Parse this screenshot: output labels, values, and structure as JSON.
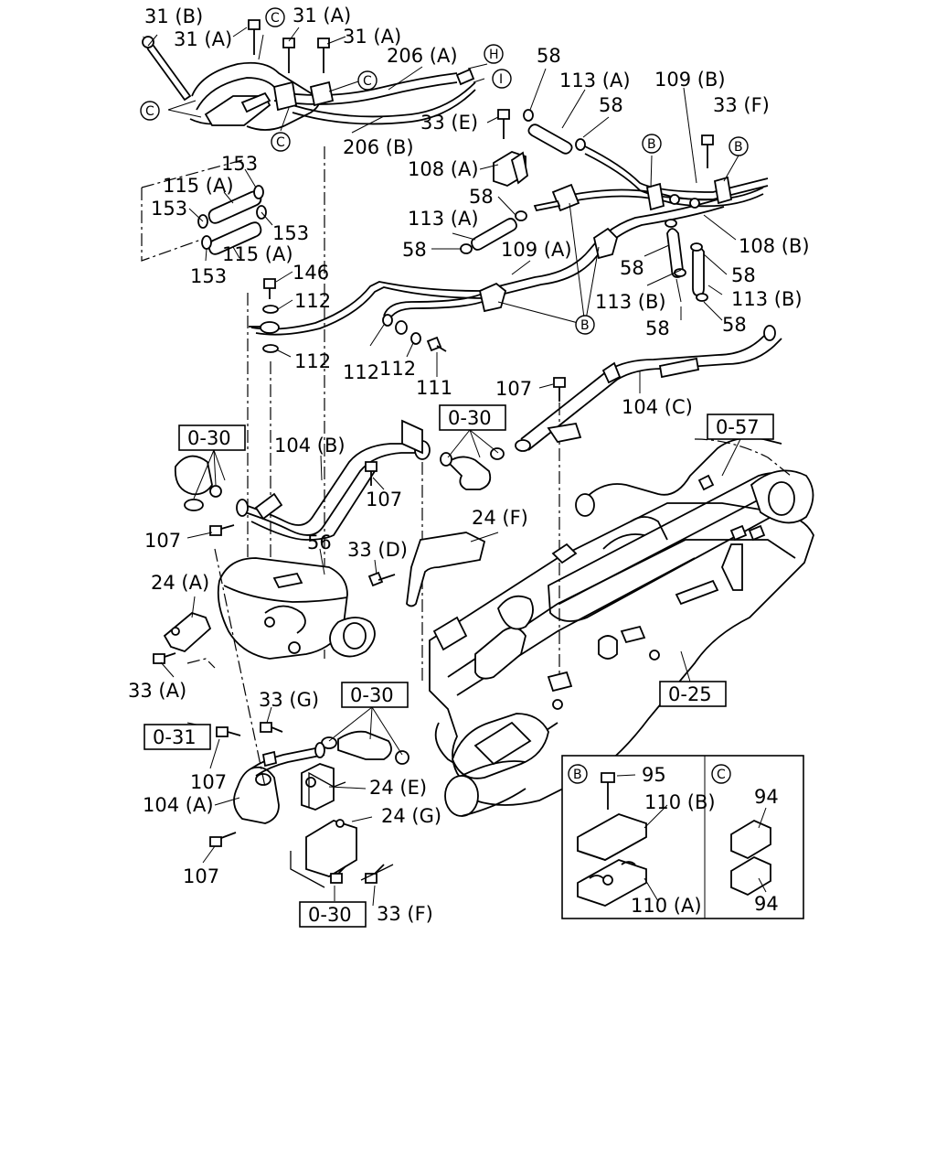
{
  "labels": {
    "l_31b": "31 (B)",
    "l_31a_1": "31 (A)",
    "l_31a_2": "31 (A)",
    "l_31a_3": "31 (A)",
    "l_206a": "206 (A)",
    "l_206b": "206 (B)",
    "l_58_1": "58",
    "l_113a_1": "113 (A)",
    "l_58_2": "58",
    "l_109b": "109 (B)",
    "l_33f_1": "33 (F)",
    "l_33e": "33 (E)",
    "l_108a": "108 (A)",
    "l_153_1": "153",
    "l_115a_1": "115 (A)",
    "l_153_2": "153",
    "l_153_3": "153",
    "l_115a_2": "115 (A)",
    "l_153_4": "153",
    "l_58_3": "58",
    "l_113a_2": "113 (A)",
    "l_58_4": "58",
    "l_109a": "109 (A)",
    "l_108b": "108 (B)",
    "l_58_5": "58",
    "l_58_6": "58",
    "l_113b_1": "113 (B)",
    "l_113b_2": "113 (B)",
    "l_58_7": "58",
    "l_58_8": "58",
    "l_146": "146",
    "l_112_1": "112",
    "l_112_2": "112",
    "l_112_3": "112",
    "l_112_4": "112",
    "l_111": "111",
    "l_107_1": "107",
    "l_104c": "104 (C)",
    "l_104b": "104 (B)",
    "l_107_2": "107",
    "l_107_3": "107",
    "l_24f": "24 (F)",
    "l_56": "56",
    "l_33d": "33 (D)",
    "l_24a": "24 (A)",
    "l_33a": "33 (A)",
    "l_33g": "33 (G)",
    "l_107_4": "107",
    "l_104a": "104 (A)",
    "l_24e": "24 (E)",
    "l_24g": "24 (G)",
    "l_107_5": "107",
    "l_33f_2": "33 (F)",
    "l_95": "95",
    "l_110b": "110 (B)",
    "l_110a": "110 (A)",
    "l_94_1": "94",
    "l_94_2": "94"
  },
  "refs": {
    "r_030_1": "0-30",
    "r_030_2": "0-30",
    "r_030_3": "0-30",
    "r_030_4": "0-30",
    "r_057": "0-57",
    "r_025": "0-25",
    "r_031": "0-31"
  },
  "callouts": {
    "c1": "C",
    "c2": "C",
    "c3": "C",
    "c4": "C",
    "h": "H",
    "i": "I",
    "b1": "B",
    "b2": "B",
    "b3": "B",
    "inset_b": "B",
    "inset_c": "C"
  }
}
